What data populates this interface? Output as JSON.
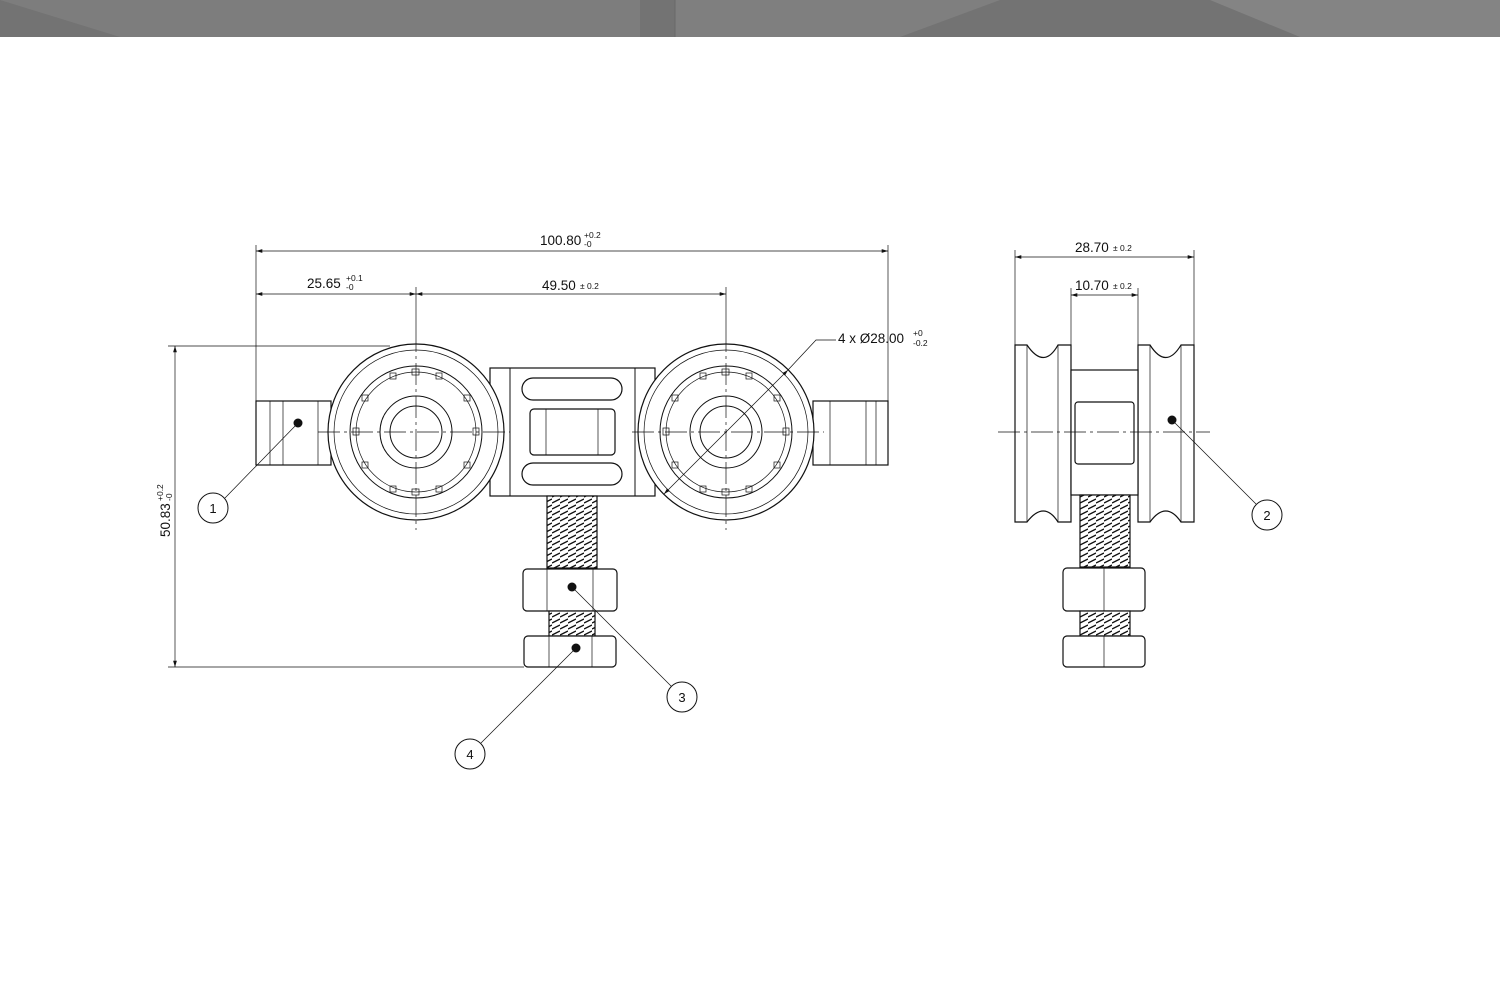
{
  "banner": {
    "color": "#737373",
    "facet_color": "#8a8a8a"
  },
  "dimensions": {
    "overall_length": {
      "value": "100.80",
      "tol_upper": "+0.2",
      "tol_lower": "-0"
    },
    "edge_to_axle": {
      "value": "25.65",
      "tol_upper": "+0.1",
      "tol_lower": "-0"
    },
    "axle_pitch": {
      "value": "49.50",
      "tol_sym": "± 0.2"
    },
    "wheel_diameter": {
      "prefix": "4 x Ø28.00",
      "tol_upper": "+0",
      "tol_lower": "-0.2"
    },
    "overall_height": {
      "value": "50.83",
      "tol_upper": "+0.2",
      "tol_lower": "-0"
    },
    "overall_width": {
      "value": "28.70",
      "tol_sym": "± 0.2"
    },
    "body_width": {
      "value": "10.70",
      "tol_sym": "± 0.2"
    }
  },
  "balloons": [
    {
      "label": "1"
    },
    {
      "label": "2"
    },
    {
      "label": "3"
    },
    {
      "label": "4"
    }
  ]
}
